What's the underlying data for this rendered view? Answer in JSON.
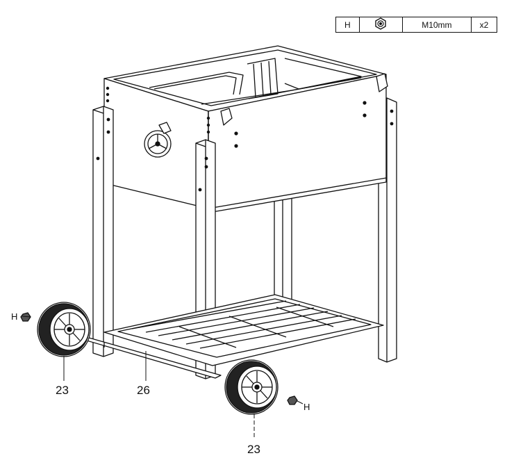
{
  "hardware_table": {
    "letter": "H",
    "icon": "nut-icon",
    "size": "M10mm",
    "qty": "x2"
  },
  "callouts": {
    "nut_left": "H",
    "nut_right": "H",
    "wheel_left": "23",
    "wheel_right": "23",
    "axle": "26"
  }
}
